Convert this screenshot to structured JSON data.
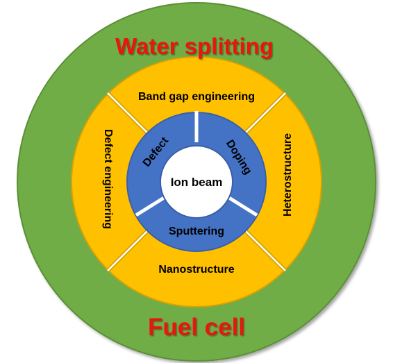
{
  "outer_ring": {
    "top_label": "Water splitting",
    "bottom_label": "Fuel cell"
  },
  "middle_ring": {
    "segments": {
      "top": "Band gap engineering",
      "right": "Heterostructure",
      "bottom": "Nanostructure",
      "left": "Defect engineering"
    }
  },
  "inner_ring": {
    "segments": {
      "left": "Defect",
      "right": "Doping",
      "bottom": "Sputtering"
    }
  },
  "center": {
    "label": "Ion beam"
  },
  "colors": {
    "outer_fill": "#70AD47",
    "outer_stroke": "#5A8F35",
    "middle_fill": "#FFC000",
    "middle_stroke": "#D9A100",
    "inner_fill": "#4472C4",
    "inner_stroke": "#3A5FA8",
    "center_fill": "#FFFFFF",
    "outer_text": "#E8140F",
    "label_text": "#000000",
    "divider": "#FFFFFF"
  }
}
